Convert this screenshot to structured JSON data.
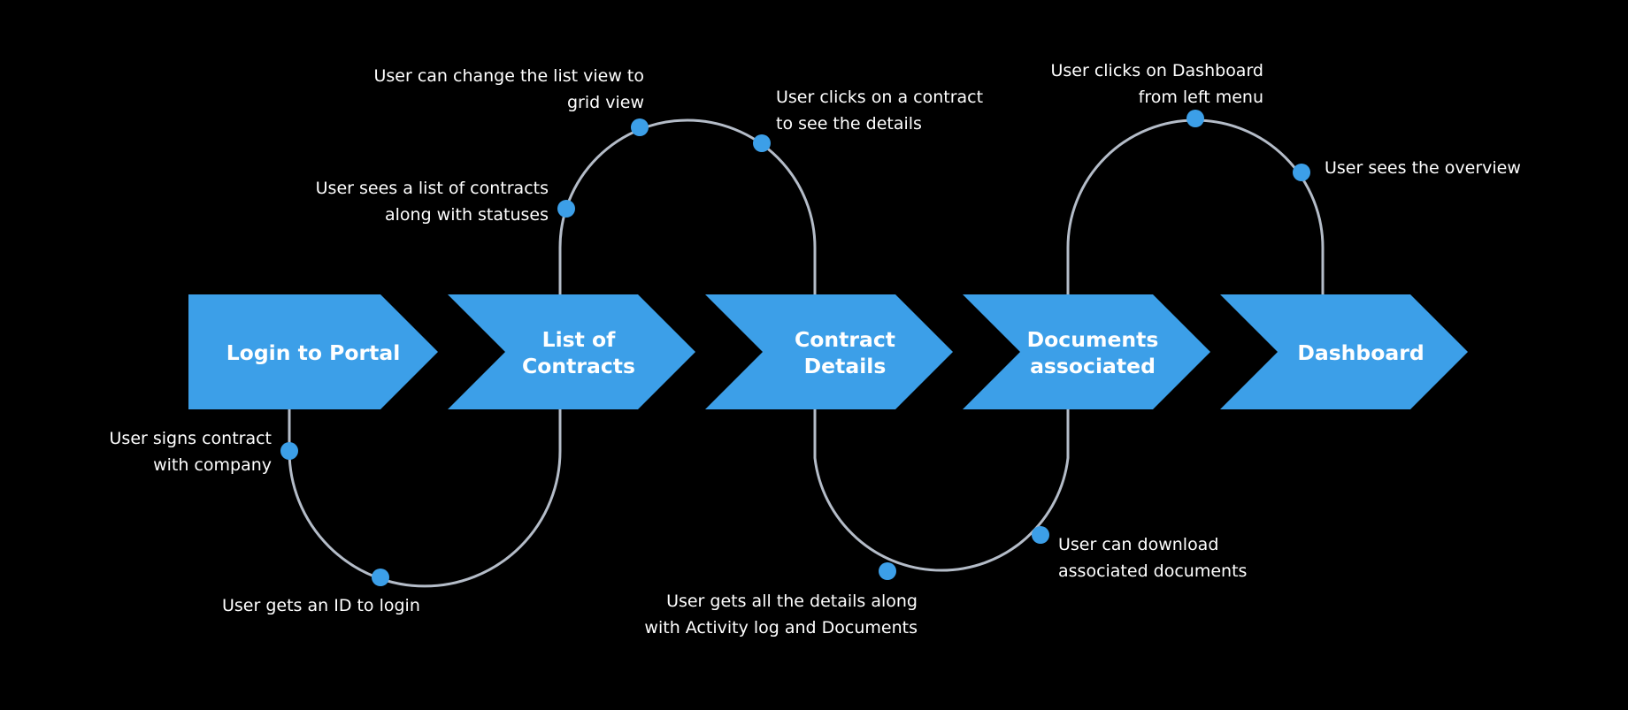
{
  "colors": {
    "background": "#000000",
    "step_fill": "#3c9fe8",
    "path_stroke": "#b4bcc8",
    "dot_fill": "#3c9fe8",
    "text": "#ffffff"
  },
  "steps": [
    {
      "id": "login",
      "lines": [
        "Login to Portal"
      ]
    },
    {
      "id": "contracts",
      "lines": [
        "List of",
        "Contracts"
      ]
    },
    {
      "id": "details",
      "lines": [
        "Contract",
        "Details"
      ]
    },
    {
      "id": "documents",
      "lines": [
        "Documents",
        "associated"
      ]
    },
    {
      "id": "dashboard",
      "lines": [
        "Dashboard"
      ]
    }
  ],
  "annotations": {
    "signs_contract": [
      "User signs contract",
      "with company"
    ],
    "gets_id": [
      "User gets an ID to login"
    ],
    "sees_list": [
      "User sees a list of contracts",
      "along with statuses"
    ],
    "change_view": [
      "User can change the list view to",
      "grid view"
    ],
    "clicks_contract": [
      "User clicks on a contract",
      "to see the details"
    ],
    "gets_details": [
      "User gets all the details along",
      "with Activity log and Documents"
    ],
    "download_docs": [
      "User can download",
      "associated documents"
    ],
    "clicks_dashboard": [
      "User clicks on Dashboard",
      "from left menu"
    ],
    "sees_overview": [
      "User sees the overview"
    ]
  }
}
